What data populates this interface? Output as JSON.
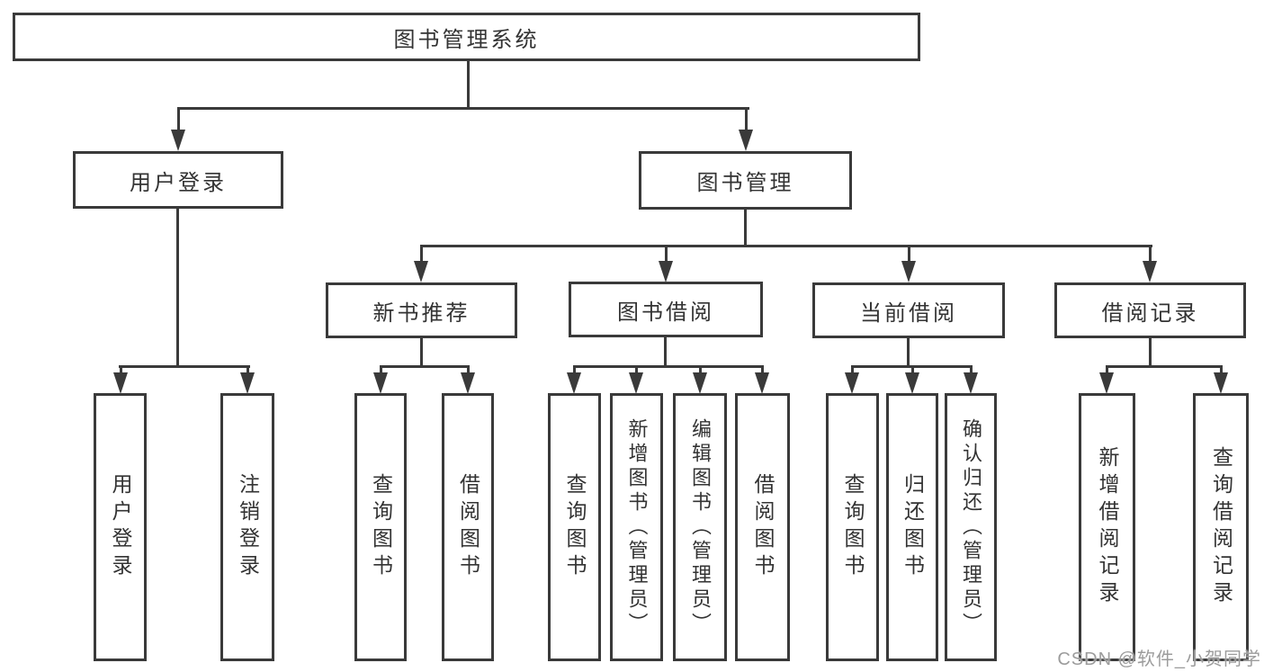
{
  "diagram": {
    "root": {
      "label": "图书管理系统"
    },
    "branches": [
      {
        "label": "用户登录",
        "children": [
          {
            "label": "用户登录"
          },
          {
            "label": "注销登录"
          }
        ]
      },
      {
        "label": "图书管理",
        "children": [
          {
            "label": "新书推荐",
            "children": [
              {
                "label": "查询图书"
              },
              {
                "label": "借阅图书"
              }
            ]
          },
          {
            "label": "图书借阅",
            "children": [
              {
                "label": "查询图书"
              },
              {
                "label": "新增图书（管理员）"
              },
              {
                "label": "编辑图书（管理员）"
              },
              {
                "label": "借阅图书"
              }
            ]
          },
          {
            "label": "当前借阅",
            "children": [
              {
                "label": "查询图书"
              },
              {
                "label": "归还图书"
              },
              {
                "label": "确认归还（管理员）"
              }
            ]
          },
          {
            "label": "借阅记录",
            "children": [
              {
                "label": "新增借阅记录"
              },
              {
                "label": "查询借阅记录"
              }
            ]
          }
        ]
      }
    ]
  },
  "watermark": {
    "text": "CSDN @软件_小贺同学"
  },
  "colors": {
    "line": "#3a3a3a",
    "text": "#333333",
    "watermark": "#9c9c9c",
    "background": "#ffffff"
  }
}
